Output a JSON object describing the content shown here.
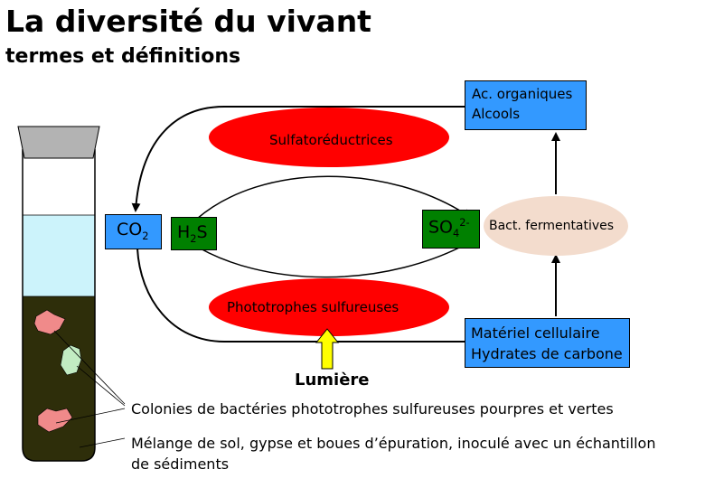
{
  "title": "La diversité du vivant",
  "subtitle": "termes et définitions",
  "colors": {
    "red": "#ff0000",
    "blue": "#3399ff",
    "green": "#008000",
    "beige": "#f3dccd",
    "yellow": "#ffff00",
    "liquid": "#ccf3fb",
    "soil": "#2e2e0a",
    "cap": "#b3b3b3"
  },
  "nodes": {
    "sulfatoreductrices": "Sulfatoréductrices",
    "phototrophes": "Phototrophes sulfureuses",
    "bact_fermentatives": "Bact. fermentatives",
    "co2": {
      "base": "CO",
      "sub": "2"
    },
    "h2s": {
      "base": "H",
      "sub": "2",
      "tail": "S"
    },
    "so4": {
      "base": "SO",
      "sub": "4",
      "sup": "2-"
    },
    "ac_organiques": [
      "Ac. organiques",
      "Alcools"
    ],
    "materiel": [
      "Matériel cellulaire",
      "Hydrates de carbone"
    ],
    "lumiere": "Lumière"
  },
  "annotations": {
    "colonies": "Colonies de bactéries phototrophes sulfureuses pourpres et vertes",
    "melange": [
      "Mélange de sol, gypse et boues d’épuration, inoculé avec un échantillon",
      "de sédiments"
    ]
  },
  "icons": {
    "tube": "winogradsky-column-icon",
    "light": "up-arrow-icon"
  }
}
